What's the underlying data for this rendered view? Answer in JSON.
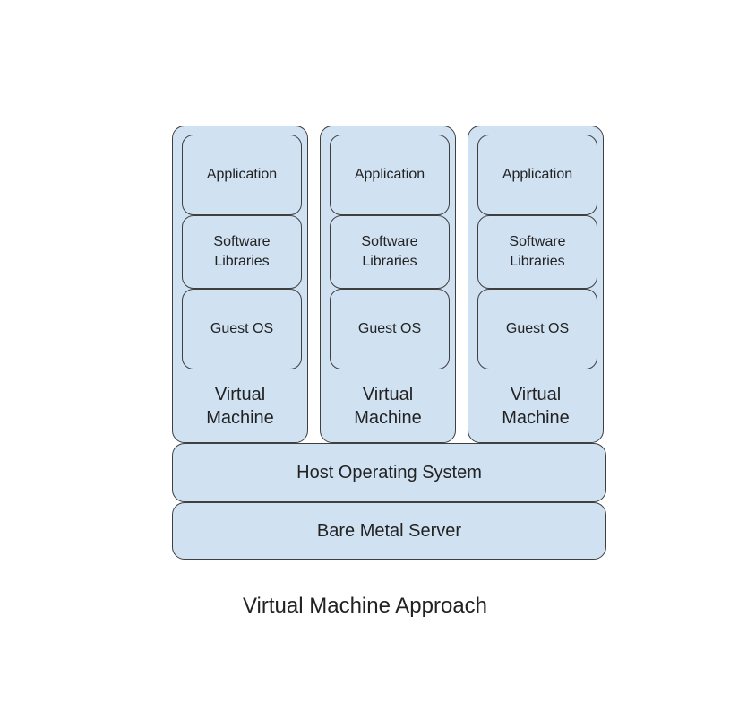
{
  "virtual_machines": [
    {
      "application": "Application",
      "libraries": "Software\nLibraries",
      "guest_os": "Guest OS",
      "label": "Virtual\nMachine"
    },
    {
      "application": "Application",
      "libraries": "Software\nLibraries",
      "guest_os": "Guest OS",
      "label": "Virtual\nMachine"
    },
    {
      "application": "Application",
      "libraries": "Software\nLibraries",
      "guest_os": "Guest OS",
      "label": "Virtual\nMachine"
    }
  ],
  "host_os": "Host Operating System",
  "bare_metal": "Bare Metal Server",
  "caption": "Virtual Machine Approach",
  "colors": {
    "box_fill": "#d0e1f2",
    "border": "#3f3f3f"
  }
}
